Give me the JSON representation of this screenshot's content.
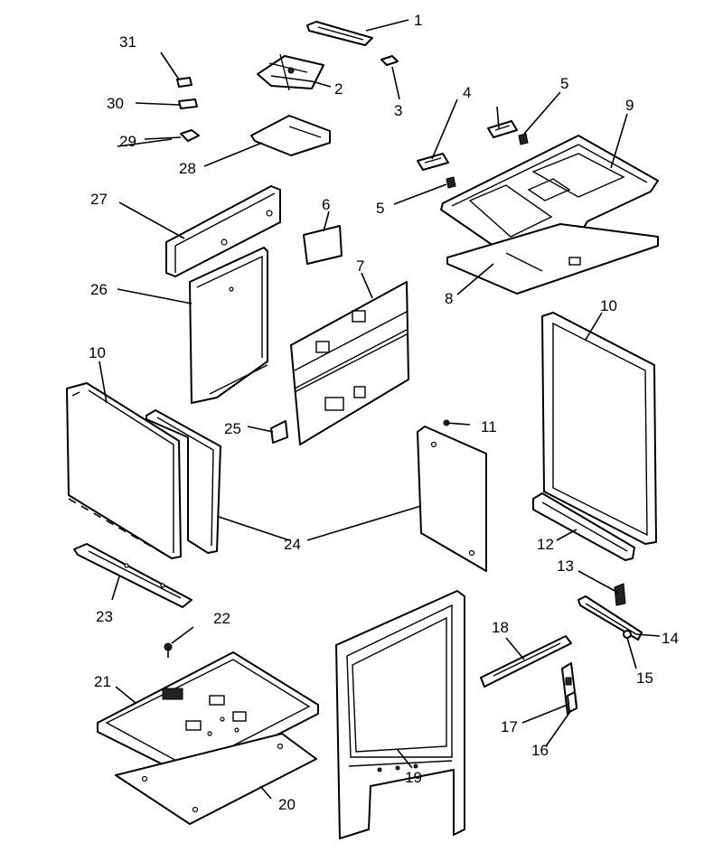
{
  "callouts": {
    "c1": "1",
    "c2": "2",
    "c3": "3",
    "c4": "4",
    "c5a": "5",
    "c5b": "5",
    "c6": "6",
    "c7": "7",
    "c8": "8",
    "c9": "9",
    "c10a": "10",
    "c10b": "10",
    "c11": "11",
    "c12": "12",
    "c13": "13",
    "c14": "14",
    "c15": "15",
    "c16": "16",
    "c17": "17",
    "c18": "18",
    "c19": "19",
    "c20": "20",
    "c21": "21",
    "c22": "22",
    "c23": "23",
    "c24": "24",
    "c25": "25",
    "c26": "26",
    "c27": "27",
    "c28": "28",
    "c29": "29",
    "c30": "30",
    "c31": "31"
  },
  "colors": {
    "line": "#000000",
    "background": "#ffffff"
  }
}
